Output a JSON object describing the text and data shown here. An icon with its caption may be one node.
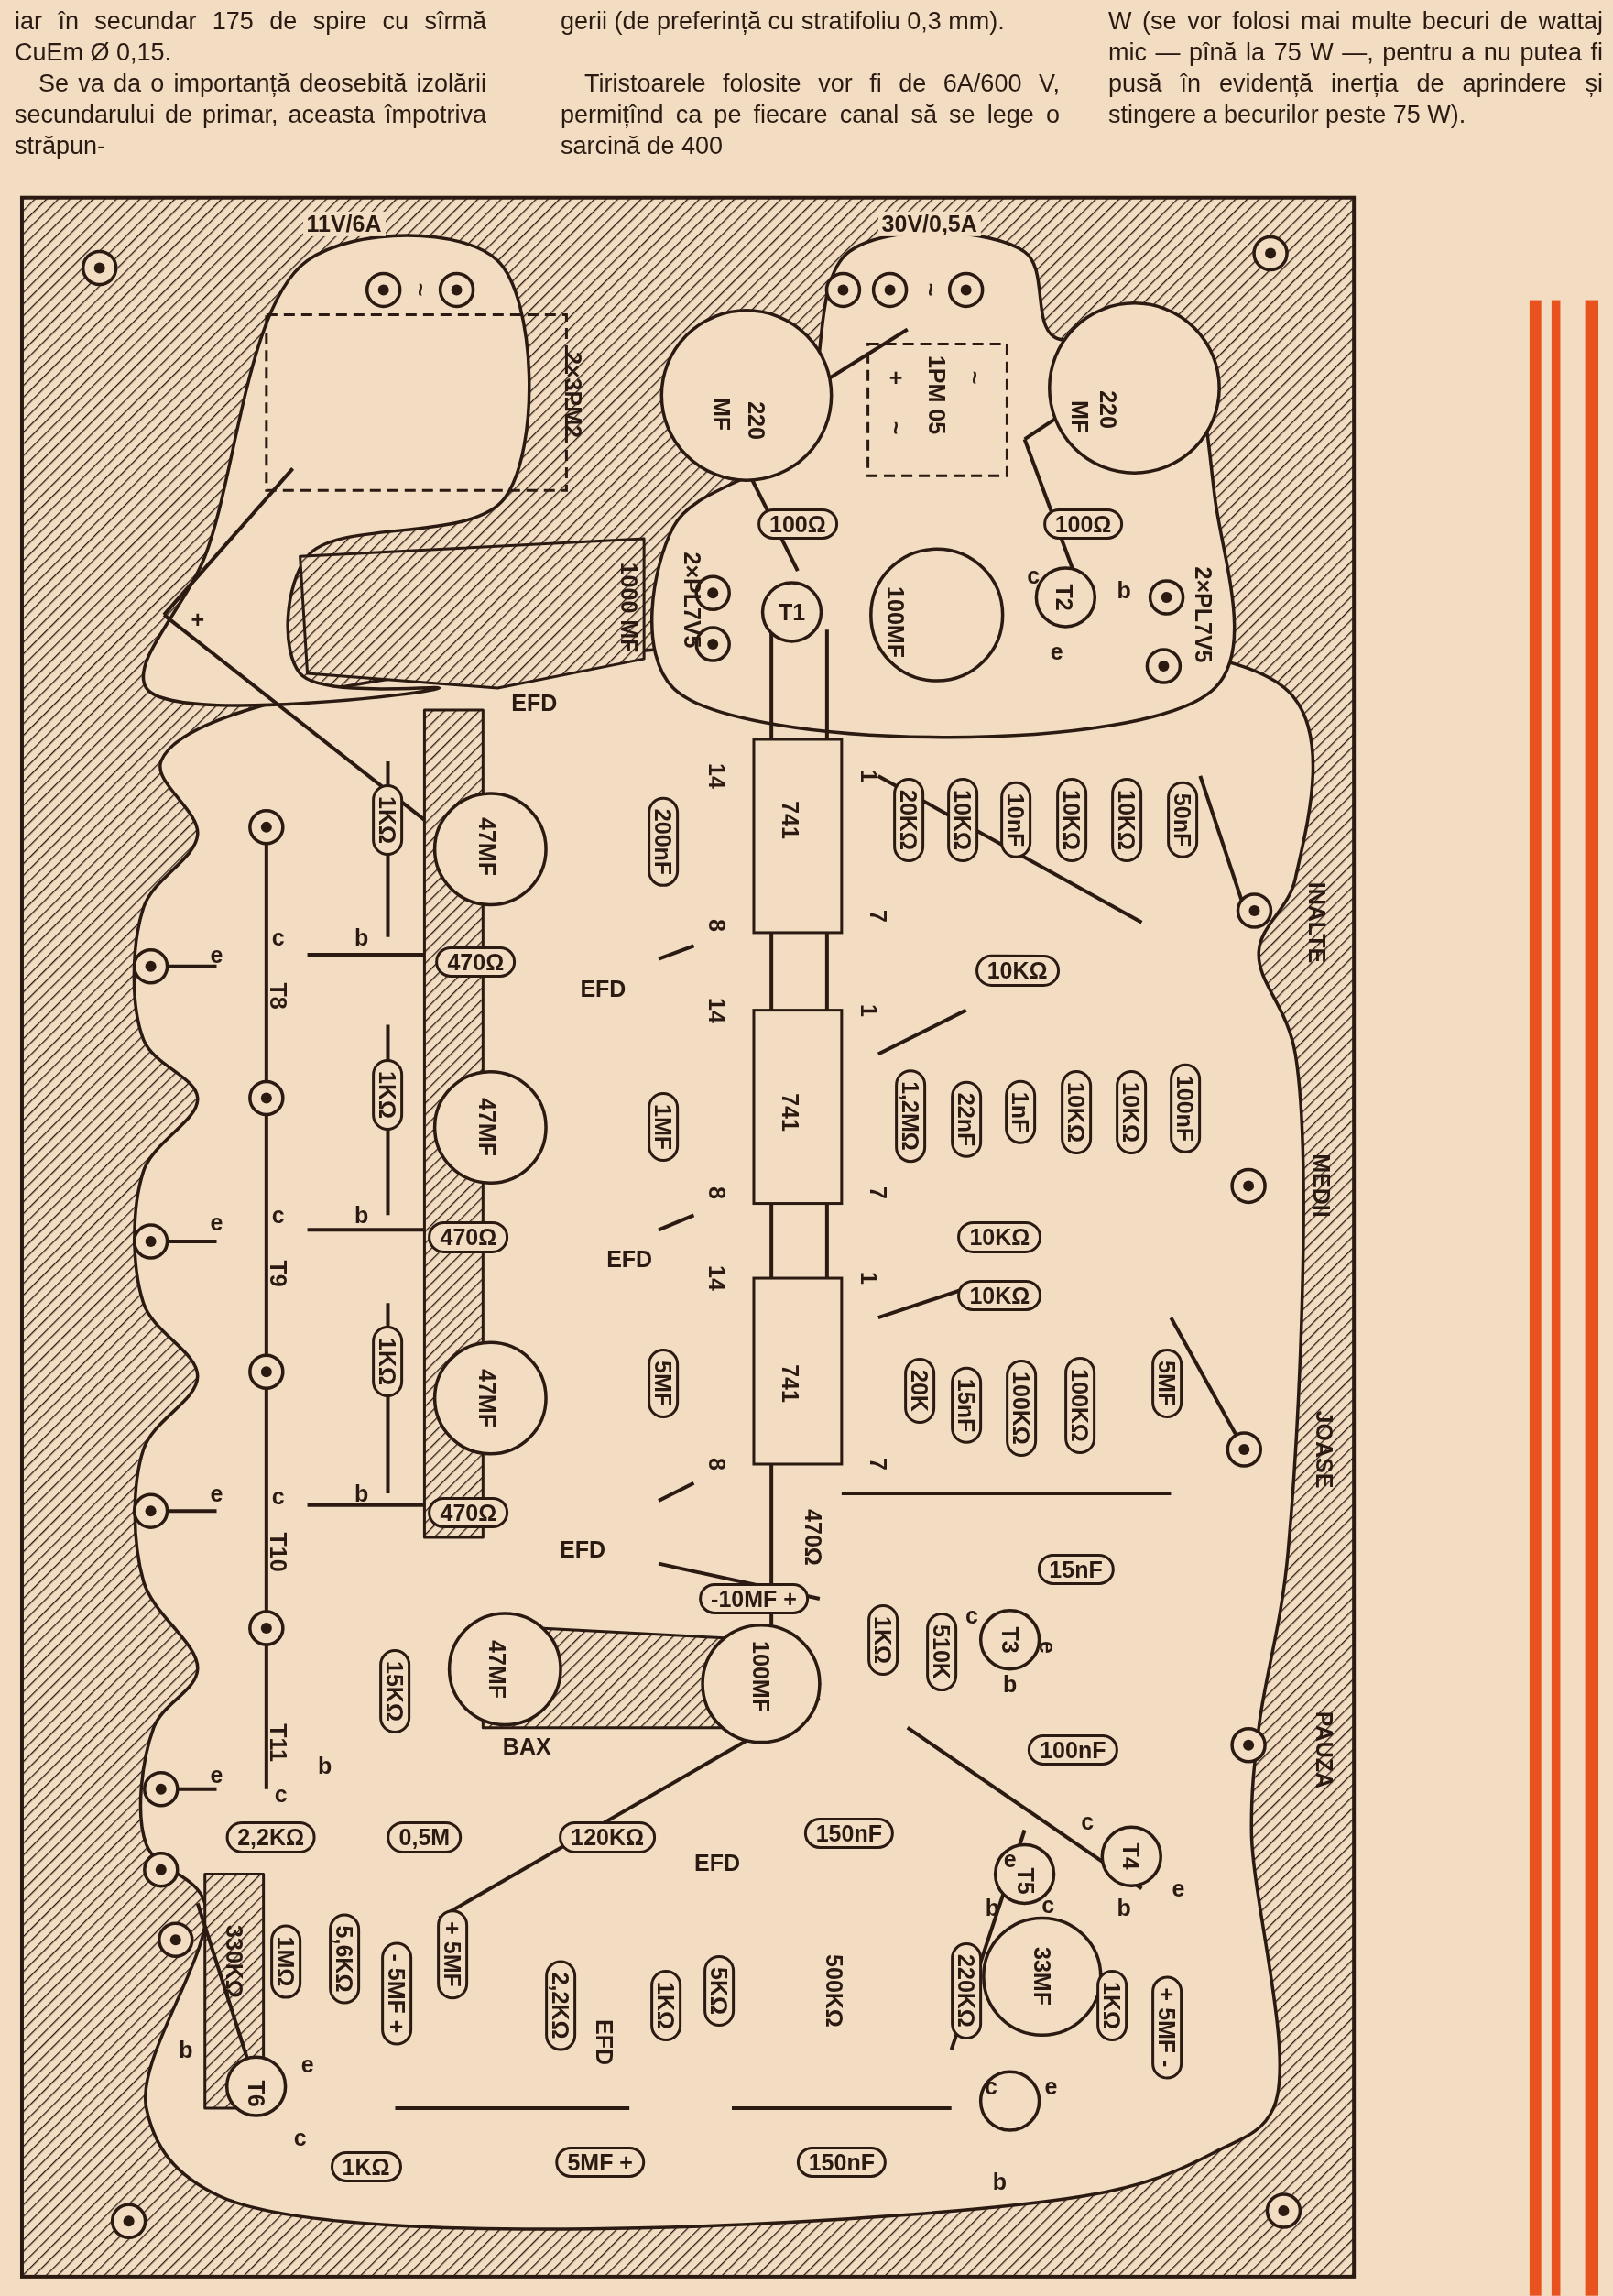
{
  "diagram": {
    "labels": [
      "iar în secundar 175 de spire cu sîrmă CuEm Ø 0,15.",
      "Se va da o importanță deosebită izolării secundarului de primar, aceasta împotriva străpun-",
      "gerii (de preferință cu stratifoliu 0,3 mm).",
      "Tiristoarele folosite vor fi de 6A/600 V, permițînd ca pe fiecare canal să se lege o sarcină de 400",
      "W (se vor folosi mai multe becuri de wattaj mic — pînă la 75 W —, pentru a nu putea fi pusă în evidență inerția de aprindere și stingere a becurilor peste 75 W).",
      "11V/6A",
      "30V/0,5A",
      "~",
      "~",
      "2×3PM2",
      "+",
      "~",
      "1PM 05",
      "~",
      "MF",
      "220",
      "MF",
      "220",
      "100Ω",
      "100Ω",
      "+",
      "1000 MF",
      "2×PL7V5",
      "T1",
      "100MF",
      "c",
      "T2",
      "b",
      "e",
      "2×PL7V5",
      "EFD",
      "1KΩ",
      "47MF",
      "200nF",
      "14",
      "741",
      "1",
      "20KΩ",
      "10KΩ",
      "10nF",
      "10KΩ",
      "10KΩ",
      "50nF",
      "8",
      "7",
      "INALTE",
      "e",
      "c",
      "b",
      "470Ω",
      "T8",
      "10KΩ",
      "EFD",
      "14",
      "1",
      "1KΩ",
      "47MF",
      "1MF",
      "741",
      "1,2MΩ",
      "22nF",
      "1nF",
      "10KΩ",
      "10KΩ",
      "100nF",
      "8",
      "7",
      "MEDII",
      "e",
      "c",
      "b",
      "470Ω",
      "10KΩ",
      "T9",
      "EFD",
      "14",
      "1",
      "10KΩ",
      "1KΩ",
      "47MF",
      "5MF",
      "741",
      "20K",
      "15nF",
      "100KΩ",
      "100KΩ",
      "5MF",
      "8",
      "7",
      "JOASE",
      "e",
      "c",
      "b",
      "470Ω",
      "T10",
      "EFD",
      "470Ω",
      "15nF",
      "-10MF +",
      "1KΩ",
      "510K",
      "c",
      "T3",
      "e",
      "b",
      "15KΩ",
      "47MF",
      "100MF",
      "T11",
      "BAX",
      "100nF",
      "PAUZA",
      "e",
      "b",
      "c",
      "2,2KΩ",
      "0,5M",
      "120KΩ",
      "150nF",
      "EFD",
      "e",
      "T5",
      "c",
      "T4",
      "e",
      "b",
      "c",
      "b",
      "330KΩ",
      "1MΩ",
      "5,6KΩ",
      "- 5MF +",
      "+ 5MF",
      "2,2KΩ",
      "EFD",
      "1KΩ",
      "5KΩ",
      "500KΩ",
      "220KΩ",
      "33MF",
      "1KΩ",
      "+ 5MF -",
      "b",
      "e",
      "T6",
      "c",
      "c",
      "e",
      "b",
      "1KΩ",
      "5MF +",
      "150nF"
    ]
  }
}
